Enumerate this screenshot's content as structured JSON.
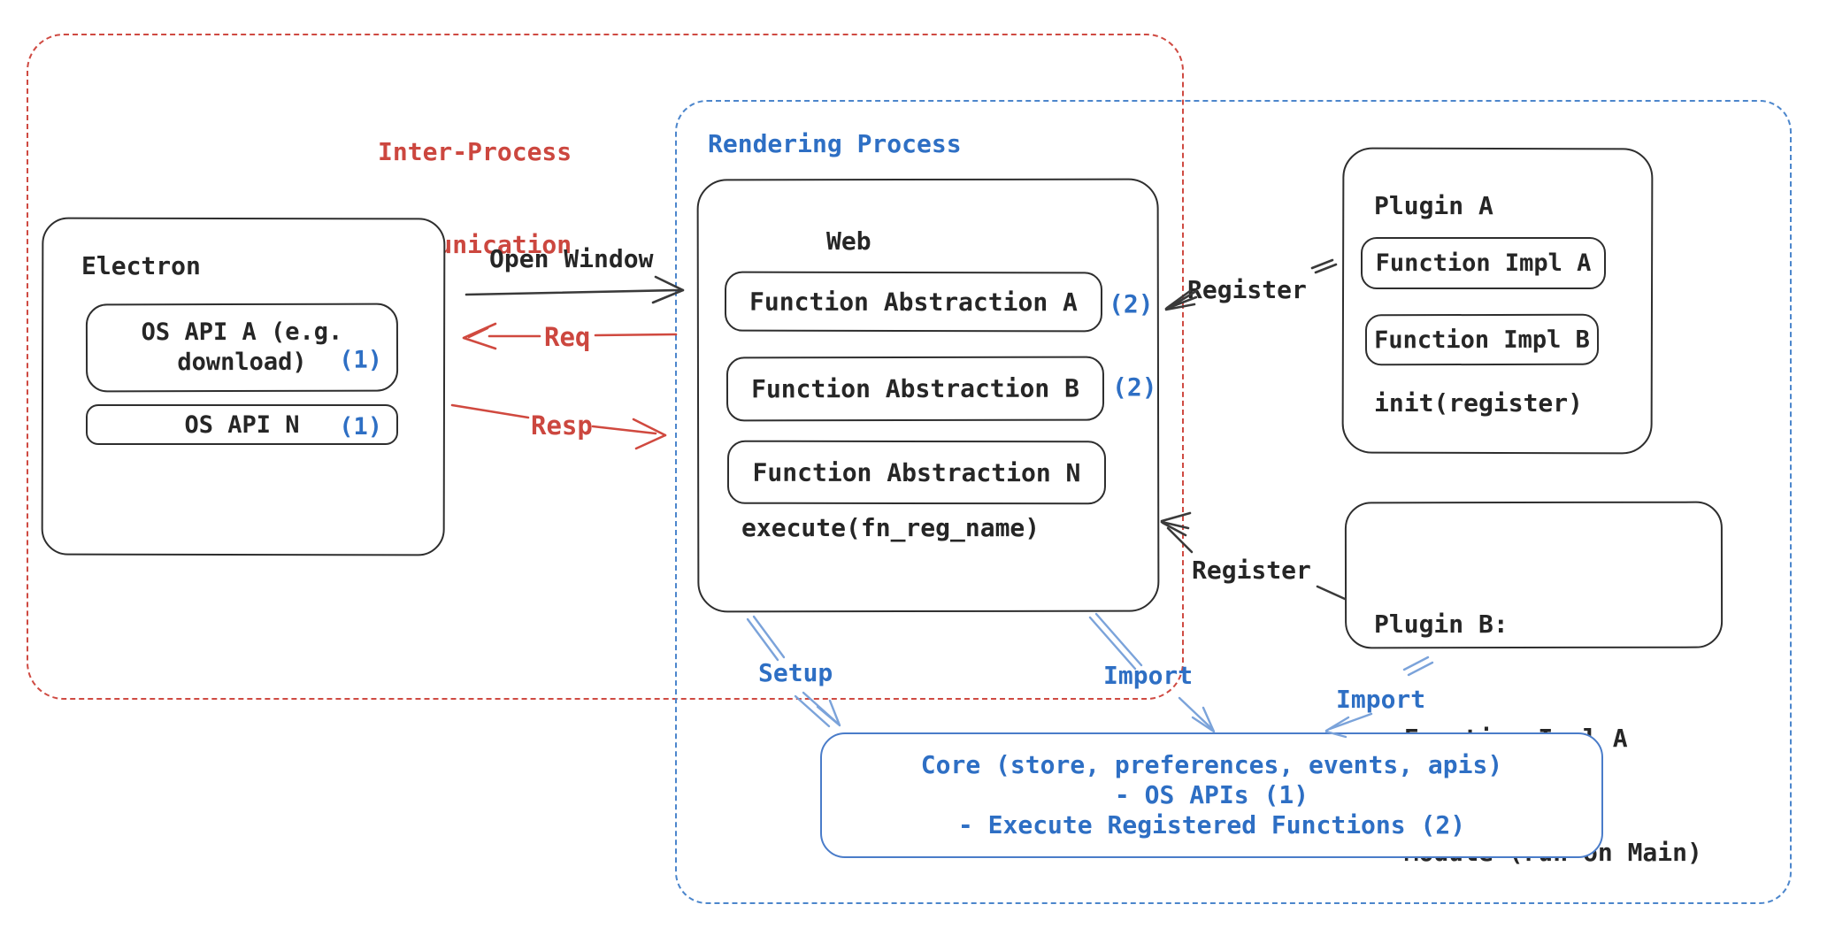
{
  "colors": {
    "red": "#cc473f",
    "blue_text": "#2e6fc4",
    "blue_stroke": "#4c86cc",
    "blue_arrow": "#7ba3da",
    "black": "#2e2e2e"
  },
  "ipc_region": {
    "label_line1": "Inter-Process",
    "label_line2": "Communication"
  },
  "rendering_region": {
    "label": "Rendering Process"
  },
  "electron": {
    "title": "Electron",
    "os_api_a_line1": "OS API A (e.g.",
    "os_api_a_line2": "download)",
    "os_api_a_badge": "(1)",
    "os_api_n": "OS API N",
    "os_api_n_badge": "(1)"
  },
  "web": {
    "title": "Web",
    "fa_a": "Function Abstraction A",
    "fa_a_badge": "(2)",
    "fa_b": "Function Abstraction B",
    "fa_b_badge": "(2)",
    "fa_n": "Function Abstraction N",
    "execute": "execute(fn_reg_name)"
  },
  "plugin_a": {
    "title": "Plugin A",
    "impl_a": "Function Impl A",
    "impl_b": "Function Impl B",
    "init": "init(register)"
  },
  "plugin_b": {
    "title": "Plugin B:",
    "item1": "- Function Impl A",
    "item2": "- Module (run on Main)"
  },
  "core": {
    "line1": "Core (store, preferences, events, apis)",
    "line2": "- OS APIs (1)",
    "line3": "- Execute Registered Functions (2)"
  },
  "arrows": {
    "open_window": "Open Window",
    "req": "Req",
    "resp": "Resp",
    "register_top": "Register",
    "register_bottom": "Register",
    "setup": "Setup",
    "import_web": "Import",
    "import_plugin_b": "Import"
  }
}
